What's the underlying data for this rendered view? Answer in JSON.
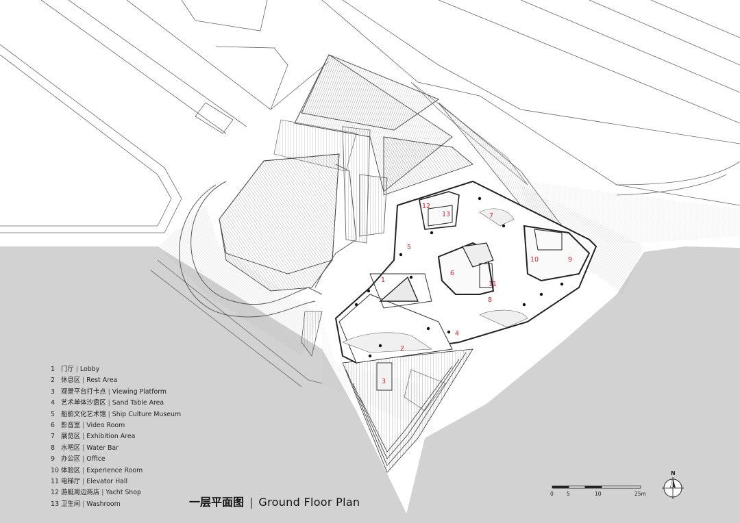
{
  "legend": [
    {
      "num": "1",
      "cn": "门厅",
      "en": "Lobby"
    },
    {
      "num": "2",
      "cn": "休息区",
      "en": "Rest Area"
    },
    {
      "num": "3",
      "cn": "观景平台打卡点",
      "en": "Viewing Platform"
    },
    {
      "num": "4",
      "cn": "艺术单体沙盘区",
      "en": "Sand Table Area"
    },
    {
      "num": "5",
      "cn": "船舶文化艺术馆",
      "en": "Ship Culture Museum"
    },
    {
      "num": "6",
      "cn": "影音室",
      "en": "Video Room"
    },
    {
      "num": "7",
      "cn": "展览区",
      "en": "Exhibition Area"
    },
    {
      "num": "8",
      "cn": "水吧区",
      "en": "Water Bar"
    },
    {
      "num": "9",
      "cn": "办公区",
      "en": "Office"
    },
    {
      "num": "10",
      "cn": "体验区",
      "en": "Experience Room"
    },
    {
      "num": "11",
      "cn": "电梯厅",
      "en": "Elevator Hall"
    },
    {
      "num": "12",
      "cn": "游艇周边商店",
      "en": "Yacht Shop"
    },
    {
      "num": "13",
      "cn": "卫生间",
      "en": "Washroom"
    }
  ],
  "title": {
    "cn": "一层平面图",
    "separator": "|",
    "en": "Ground Floor Plan"
  },
  "scale_bar": {
    "labels": [
      "0",
      "5",
      "10",
      "25m"
    ]
  },
  "north_arrow": {
    "label": "N"
  },
  "room_labels": [
    "1",
    "2",
    "3",
    "4",
    "5",
    "6",
    "7",
    "8",
    "9",
    "10",
    "11",
    "12",
    "13"
  ],
  "colors": {
    "water": "#d2d2d2",
    "line": "#555555",
    "room_number": "#c4262e",
    "paper": "#ffffff"
  }
}
